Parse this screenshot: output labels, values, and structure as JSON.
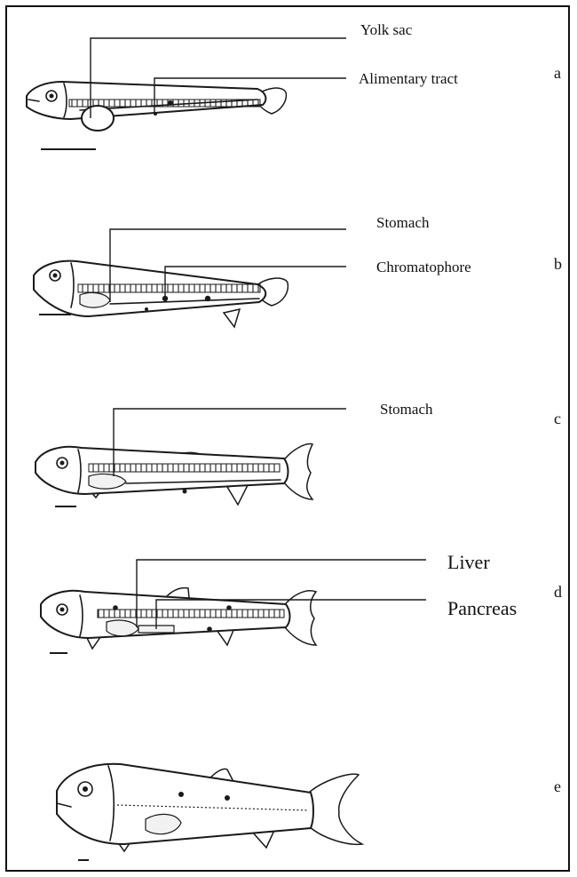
{
  "panels": [
    {
      "id": "a",
      "letter": "a",
      "labels": [
        "Yolk sac",
        "Alimentary tract"
      ]
    },
    {
      "id": "b",
      "letter": "b",
      "labels": [
        "Stomach",
        "Chromatophore"
      ]
    },
    {
      "id": "c",
      "letter": "c",
      "labels": [
        "Stomach"
      ]
    },
    {
      "id": "d",
      "letter": "d",
      "labels": [
        "Liver",
        "Pancreas"
      ]
    },
    {
      "id": "e",
      "letter": "e",
      "labels": []
    }
  ]
}
